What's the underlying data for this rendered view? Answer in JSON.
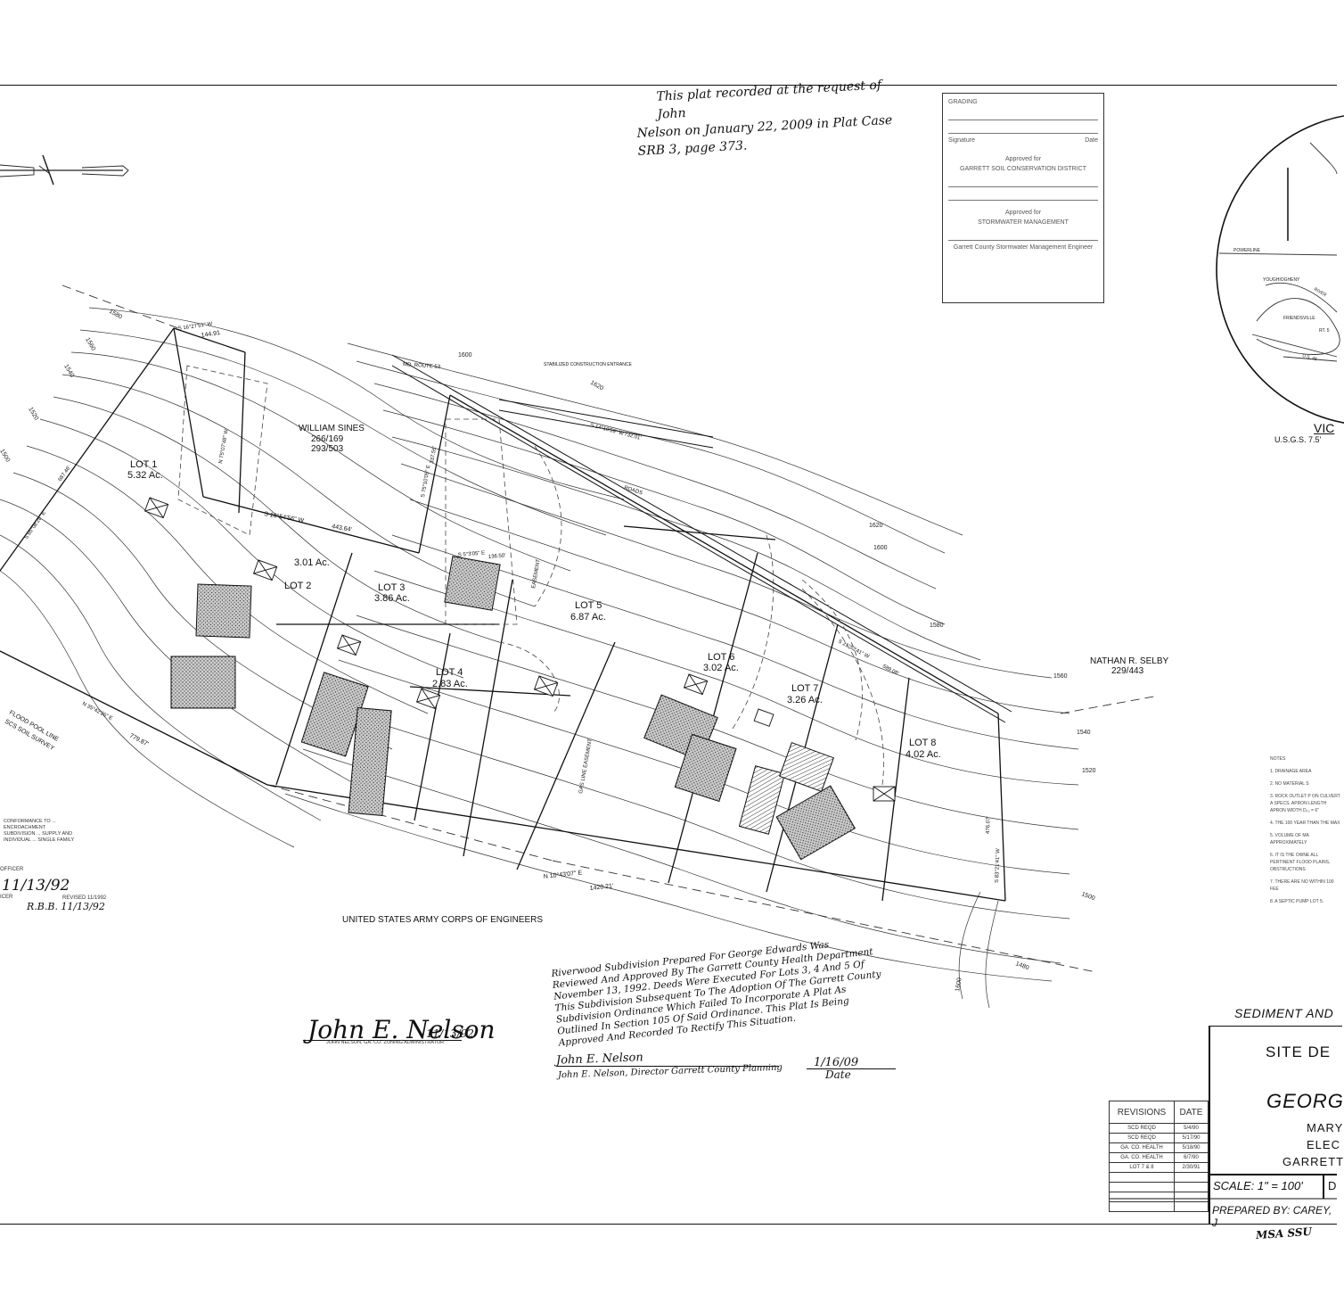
{
  "recording": {
    "line1": "This plat recorded at the request of John",
    "line2": "Nelson on January 22, 2009 in Plat Case",
    "line3": "SRB 3, page 373."
  },
  "stamp": {
    "header": "GRADING",
    "signature_label": "Signature",
    "date_label": "Date",
    "approved_label": "Approved for",
    "district": "GARRETT SOIL CONSERVATION DISTRICT",
    "approved_label_2": "Approved for",
    "stormwater": "STORMWATER MANAGEMENT",
    "county_label": "Garrett County Stormwater Management Engineer"
  },
  "owners": {
    "william": {
      "name": "WILLIAM SINES",
      "ref1": "266/169",
      "ref2": "293/503"
    },
    "nathan": {
      "name": "NATHAN R. SELBY",
      "ref": "229/443"
    },
    "army": "UNITED STATES ARMY CORPS OF ENGINEERS"
  },
  "lots": [
    {
      "name": "LOT 1",
      "acres": "5.32 Ac."
    },
    {
      "name": "LOT 2",
      "acres": "3.01 Ac."
    },
    {
      "name": "LOT 3",
      "acres": "3.86 Ac."
    },
    {
      "name": "LOT 4",
      "acres": "2.83 Ac."
    },
    {
      "name": "LOT 5",
      "acres": "6.87 Ac."
    },
    {
      "name": "LOT 6",
      "acres": "3.02 Ac."
    },
    {
      "name": "LOT 7",
      "acres": "3.26 Ac."
    },
    {
      "name": "LOT 8",
      "acres": "4.02 Ac."
    }
  ],
  "bearings": {
    "b1": "S 16°27'51\" W",
    "b1d": "144.91",
    "b2": "S 16°54'56\" W",
    "b2d": "443.64'",
    "b3": "S 14°10'59\" W",
    "b3d": "732.01'",
    "b4": "N 10°43'07\" E",
    "b4d": "1420.21'",
    "b5": "S 65°08'28\" E",
    "b5d": "687.46'",
    "b6": "N 35°42'26\" E",
    "b6d": "779.87'",
    "b7": "S 83°21'41\" W",
    "b7d": "476.07'",
    "b8": "S 5°3'05\" E",
    "b8d": "136.50'",
    "b9": "S 21°52'41\" W",
    "b9d": "589.08'",
    "b10": "N 75°07'48\" W",
    "b11": "S 75°10'05\" E",
    "b11d": "337.55'"
  },
  "labels": {
    "route": "MD. ROUTE 53",
    "flood": "FLOOD POOL LINE",
    "survey": "SCS SOIL SURVEY",
    "stabilized": "STABILIZED CONSTRUCTION ENTRANCE",
    "easement": "EASEMENT",
    "roads": "ROADS",
    "gas": "GAS LINE EASEMENT"
  },
  "contours": [
    "1580",
    "1560",
    "1540",
    "1520",
    "1500",
    "1600",
    "1620",
    "1620",
    "1600",
    "1580",
    "1560",
    "1540",
    "1520",
    "1500",
    "1480",
    "1600"
  ],
  "health_note": {
    "l1": "Riverwood Subdivision Prepared For George Edwards Was",
    "l2": "Reviewed And Approved By The Garrett County Health Department",
    "l3": "November 13, 1992. Deeds Were Executed For Lots 3, 4 And 5 Of",
    "l4": "This Subdivision Subsequent To The Adoption Of The Garrett County",
    "l5": "Subdivision Ordinance Which Failed To Incorporate A Plat As",
    "l6": "Outlined In Section 105 Of Said Ordinance. This Plat Is Being",
    "l7": "Approved And Recorded To Rectify This Situation."
  },
  "planning": {
    "signature": "John E. Nelson",
    "title": "John E. Nelson, Director Garrett County Planning",
    "date": "1/16/09",
    "date_label": "Date"
  },
  "nelson": {
    "signature": "John E. Nelson",
    "date": "11/13/92",
    "title": "JOHN NELSON, GA. CO. ZONING ADMINISTRATOR"
  },
  "left_notes": {
    "conformance": "CONFORMANCE TO ... ENCROACHMENT SUBDIVISION ... SUPPLY AND INDIVIDUAL ... SINGLE FAMILY",
    "officer": "OFFICER",
    "date1": "11/13/92",
    "initial": "ICER",
    "revised": "REVISED 11/1992",
    "date2": "R.B.B. 11/13/92"
  },
  "vicinity": {
    "title": "VIC",
    "sub": "U.S.G.S. 7.5'",
    "friendsville": "FRIENDSVILLE",
    "youghiogheny": "YOUGHIOGHENY",
    "river": "RIVER",
    "powerline": "POWERLINE",
    "us48": "U.S. 48",
    "rt": "RT. 5"
  },
  "notes": {
    "header": "NOTES",
    "n1": "1. DRAINAGE AREA",
    "n2": "2. NO MATERIAL S",
    "n3": "3. ROCK OUTLET P ON CULVERT A SPECS. APRON LENGTH APRON WIDTH D₅₀ = 6\"",
    "n4": "4. THE 100 YEAR THAN THE MAX",
    "n5": "5. VOLUME OF MA APPROXIMATELY",
    "n6": "6. IT IS THE OWNE ALL PERTINENT FLOOD PLAINS, OBSTRUCTIONS",
    "n7": "7. THERE ARE NO WITHIN 100 FEE",
    "n8": "8. A SEPTIC PUMP LOT 5."
  },
  "revisions": {
    "col1": "REVISIONS",
    "col2": "DATE",
    "rows": [
      [
        "SCD REQD",
        "5/4/90"
      ],
      [
        "SCD REQD",
        "5/17/90"
      ],
      [
        "GA. CO. HEALTH",
        "5/18/90"
      ],
      [
        "GA. CO. HEALTH",
        "6/7/90"
      ],
      [
        "LOT 7 & 8",
        "2/30/91"
      ]
    ]
  },
  "title_block": {
    "sediment": "SEDIMENT AND",
    "site": "SITE DE",
    "george": "GEORG",
    "l1": "MARY",
    "l2": "ELEC",
    "l3": "GARRETT",
    "scale": "SCALE: 1\" = 100'",
    "scale_d": "D",
    "prepared": "PREPARED BY: CAREY, J",
    "stamp": "MSA SSU"
  }
}
